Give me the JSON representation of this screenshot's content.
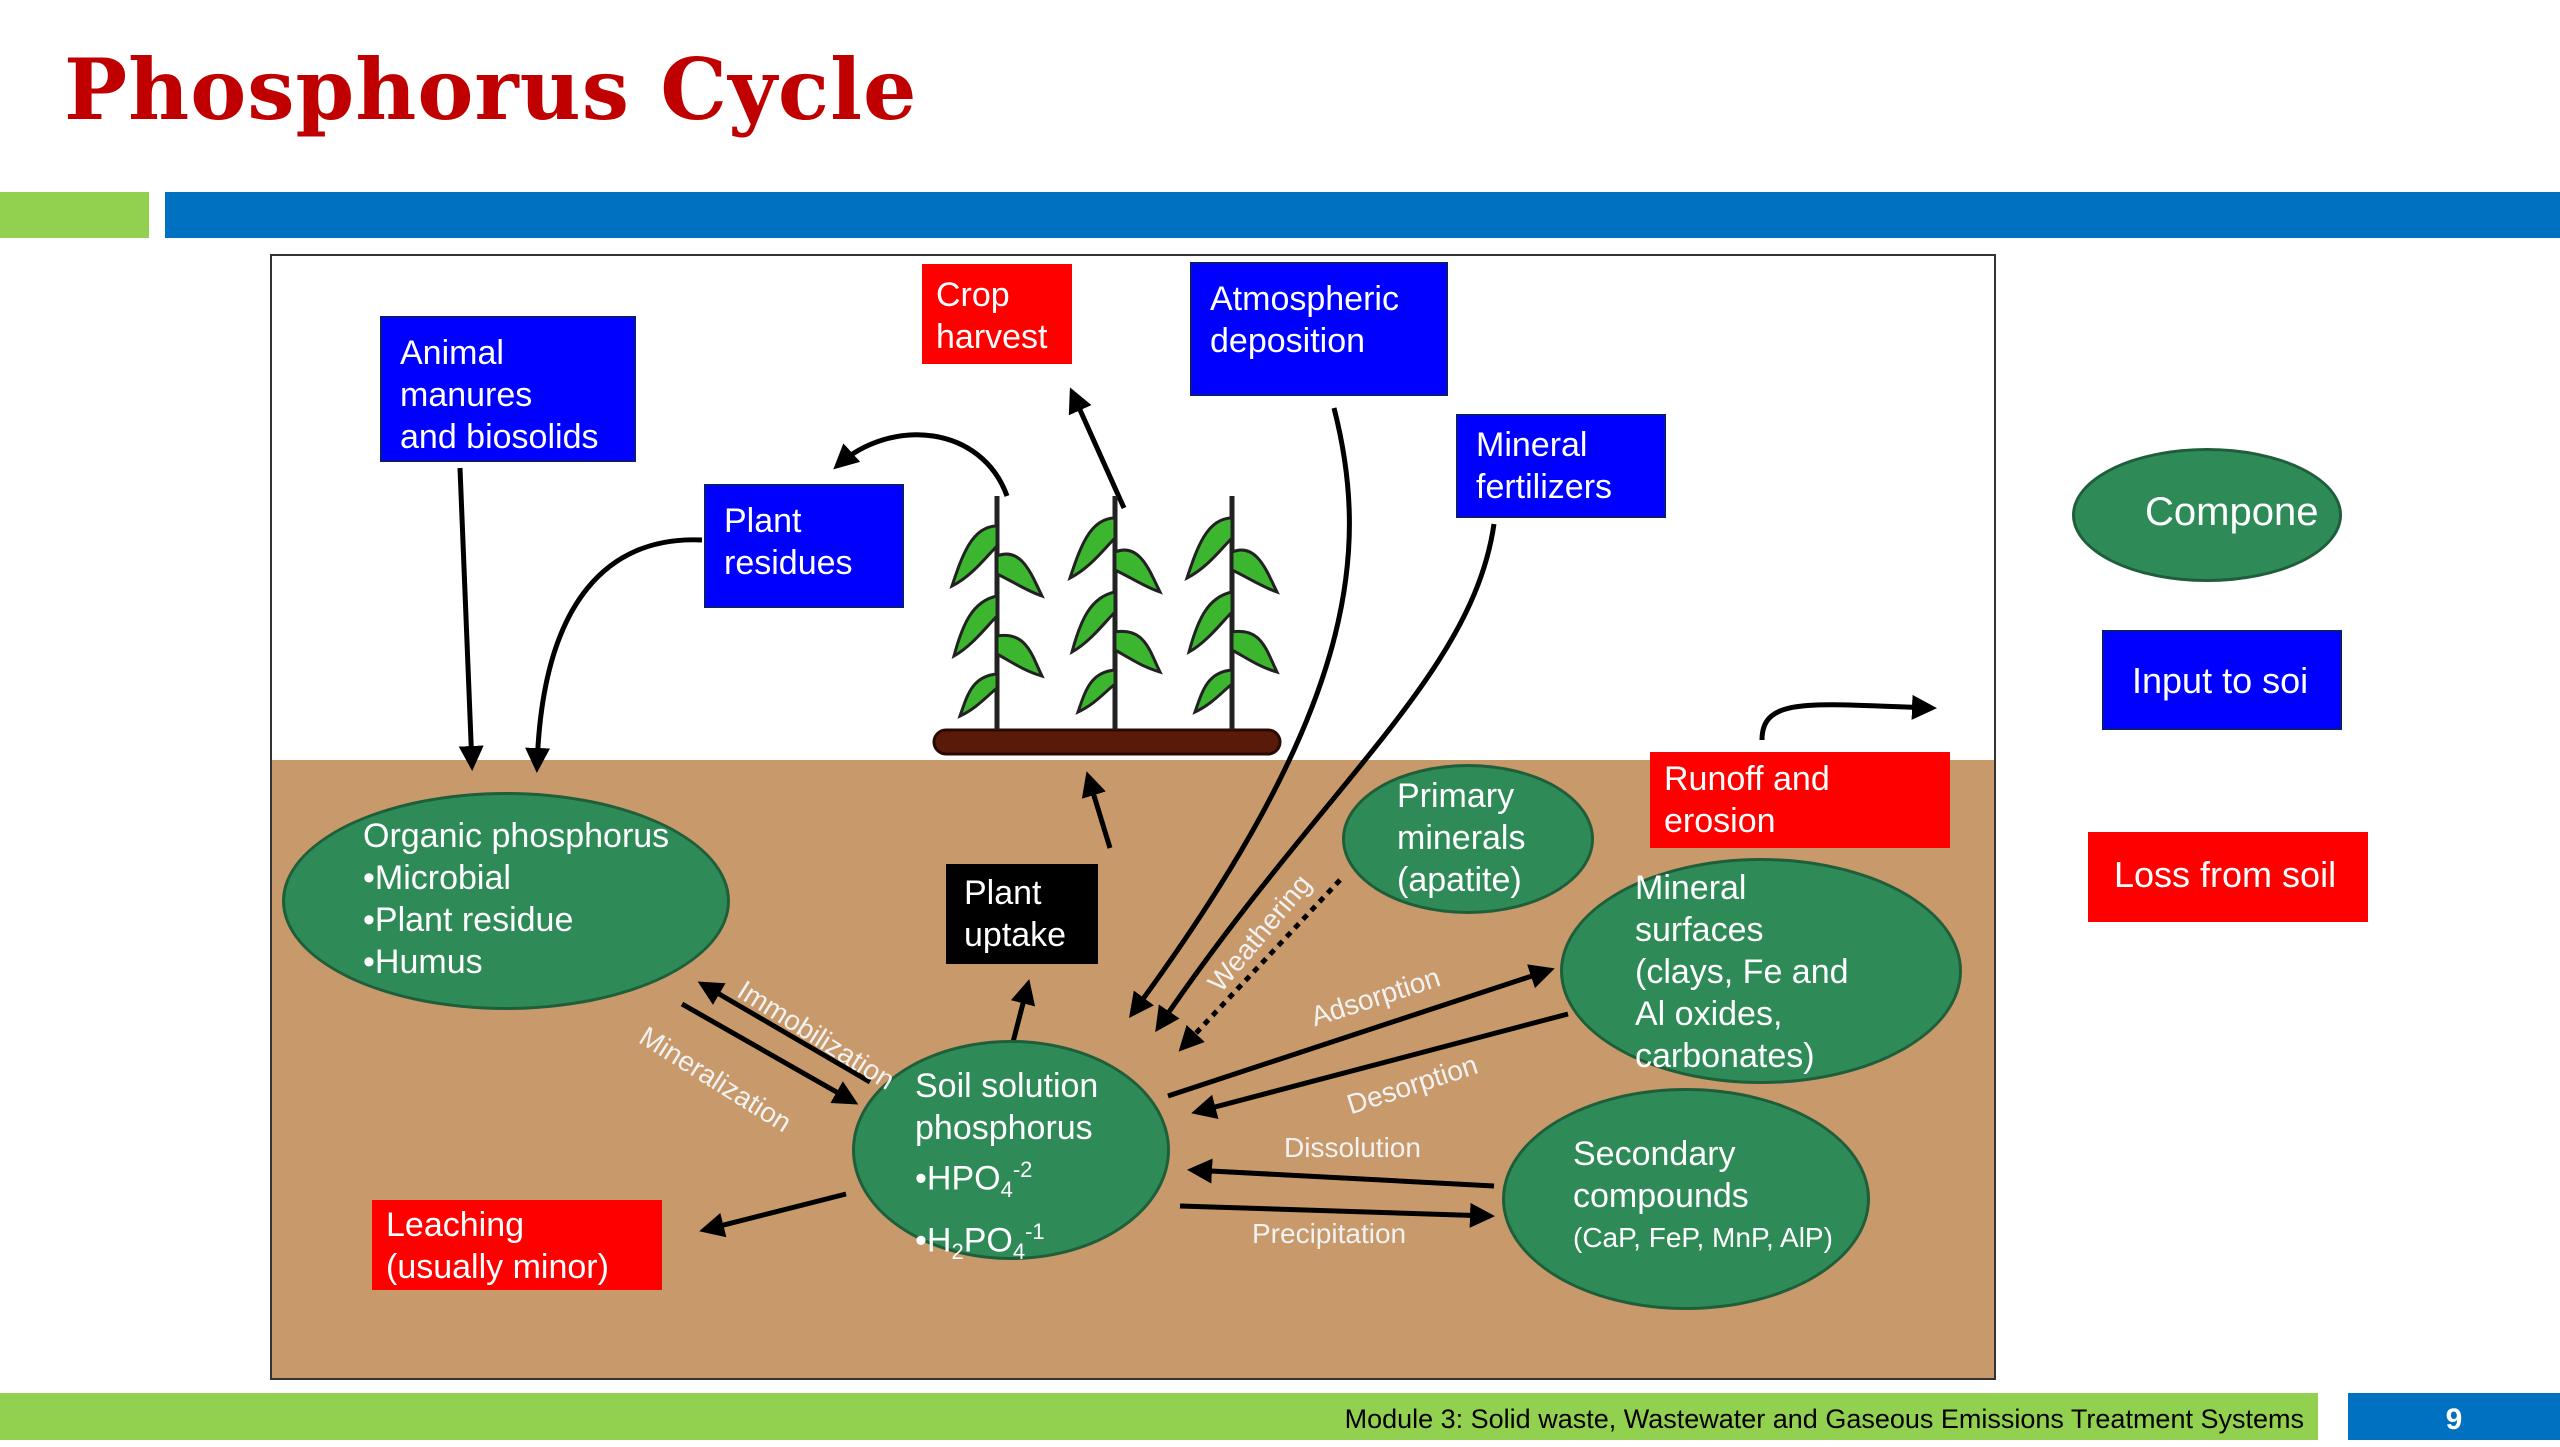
{
  "title": "Phosphorus Cycle",
  "footer": {
    "module_text": "Module 3: Solid waste, Wastewater and Gaseous Emissions Treatment Systems",
    "page_number": "9"
  },
  "inputs": {
    "animal_manures": [
      "Animal",
      "manures",
      "and biosolids"
    ],
    "plant_residues": [
      "Plant",
      "residues"
    ],
    "atmospheric_deposition": [
      "Atmospheric",
      "deposition"
    ],
    "mineral_fertilizers": [
      "Mineral",
      "fertilizers"
    ]
  },
  "losses": {
    "crop_harvest": [
      "Crop",
      "harvest"
    ],
    "runoff_erosion": [
      "Runoff and",
      "erosion"
    ],
    "leaching": [
      "Leaching",
      "(usually minor)"
    ]
  },
  "plant_uptake": [
    "Plant",
    "uptake"
  ],
  "components": {
    "organic": [
      "Organic phosphorus",
      "•Microbial",
      "•Plant residue",
      "•Humus"
    ],
    "primary_minerals": [
      "Primary",
      "minerals",
      "(apatite)"
    ],
    "mineral_surfaces": [
      "Mineral",
      "surfaces",
      "(clays, Fe and",
      "Al oxides,",
      "carbonates)"
    ],
    "soil_solution": {
      "line1": "Soil solution",
      "line2": "phosphorus",
      "hpo4": "•HPO",
      "hpo4_sub": "4",
      "hpo4_sup": "-2",
      "h2po4_a": "•H",
      "h2po4_sub1": "2",
      "h2po4_b": "PO",
      "h2po4_sub2": "4",
      "h2po4_sup": "-1"
    },
    "secondary": [
      "Secondary",
      "compounds",
      "(CaP, FeP, MnP, AlP)"
    ]
  },
  "processes": {
    "immobilization": "Immobilization",
    "mineralization": "Mineralization",
    "weathering": "Weathering",
    "adsorption": "Adsorption",
    "desorption": "Desorption",
    "dissolution": "Dissolution",
    "precipitation": "Precipitation"
  },
  "legend": {
    "component": "Compone",
    "input": "Input to soi",
    "loss": "Loss from soil"
  },
  "colors": {
    "title_red": "#c00000",
    "input_blue": "#0000ff",
    "loss_red": "#ff0000",
    "component_green": "#2e8b57",
    "soil_brown": "#c8996a",
    "bar_green": "#92d050",
    "bar_blue": "#0070c0"
  }
}
